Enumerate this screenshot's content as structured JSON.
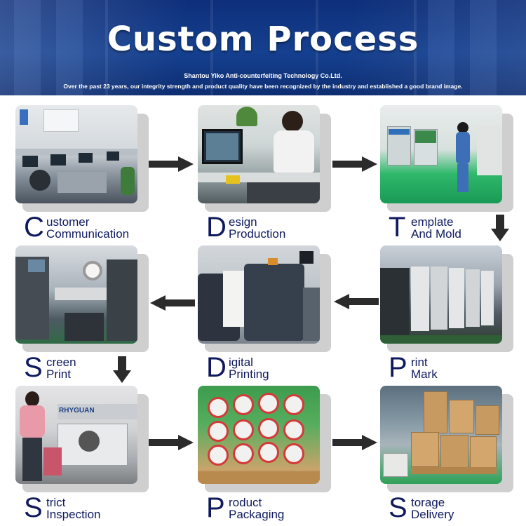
{
  "header": {
    "title": "Custom Process",
    "company": "Shantou Yiko Anti-counterfeiting Technology Co.Ltd.",
    "tagline": "Over the past 23 years, our integrity strength and product quality have been recognized by the industry and established a good brand image."
  },
  "colors": {
    "banner": "#15408f",
    "label_text": "#0f1a5e",
    "arrow": "#2b2b2b"
  },
  "steps": [
    {
      "initial": "C",
      "line1": "ustomer",
      "line2": "Communication"
    },
    {
      "initial": "D",
      "line1": "esign",
      "line2": "Production"
    },
    {
      "initial": "T",
      "line1": "emplate",
      "line2": "And Mold"
    },
    {
      "initial": "P",
      "line1": "rint",
      "line2": "Mark"
    },
    {
      "initial": "D",
      "line1": "igital",
      "line2": "Printing"
    },
    {
      "initial": "S",
      "line1": "creen",
      "line2": "Print"
    },
    {
      "initial": "S",
      "line1": "trict",
      "line2": "Inspection"
    },
    {
      "initial": "P",
      "line1": "roduct",
      "line2": "Packaging"
    },
    {
      "initial": "S",
      "line1": "torage",
      "line2": "Delivery"
    }
  ],
  "photo_text": {
    "machine_brand": "RHYGUAN"
  }
}
